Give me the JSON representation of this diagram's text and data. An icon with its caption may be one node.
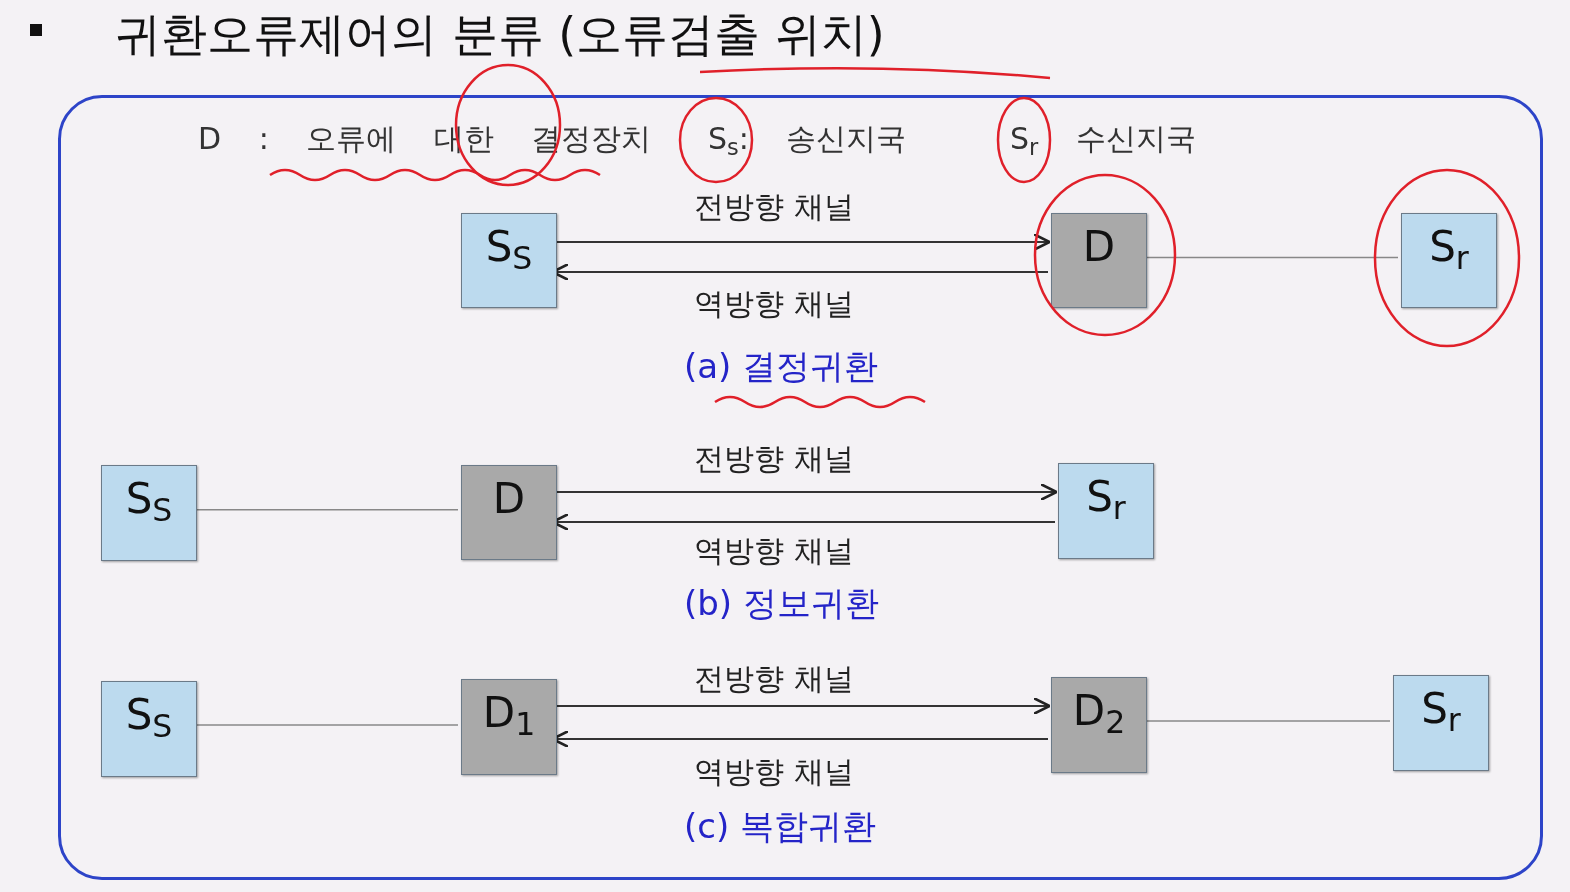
{
  "diagram": {
    "title": "귀환오류제어의 분류 (오류검출 위치)",
    "nodes": [
      {
        "text": [],
        "shape": "box"
      },
      {
        "text": [
          "S$_{S}$"
        ],
        "in": 0
      },
      {
        "text": [
          "D"
        ],
        "in": 0
      },
      {
        "text": [
          "S$_{r}$"
        ],
        "in": 0
      },
      {
        "text": [
          "S$_{S}$"
        ],
        "in": 0
      },
      {
        "text": [
          "D"
        ],
        "in": 0
      },
      {
        "text": [
          "S$_{r}$"
        ],
        "in": 0
      },
      {
        "text": [
          "S$_{S}$"
        ],
        "in": 0
      },
      {
        "text": [
          "D$_{1}$"
        ],
        "in": 0
      },
      {
        "text": [
          "D$_{2}$"
        ],
        "in": 0
      },
      {
        "text": [
          "S$_{r}$"
        ],
        "in": 0
      }
    ],
    "edges": [
      {
        "from": 1,
        "to": 2,
        "arrow": "to",
        "label": "전방향 채널"
      },
      {
        "from": 2,
        "to": 1,
        "arrow": "to",
        "label": "역방향 채널"
      },
      {
        "from": 2,
        "to": 3,
        "arrow": "none"
      },
      {
        "from": 4,
        "to": 5,
        "arrow": "none"
      },
      {
        "from": 5,
        "to": 6,
        "arrow": "to",
        "label": "전방향 채널"
      },
      {
        "from": 6,
        "to": 5,
        "arrow": "to",
        "label": "역방향 채널"
      },
      {
        "from": 7,
        "to": 8,
        "arrow": "none"
      },
      {
        "from": 8,
        "to": 9,
        "arrow": "to",
        "label": "전방향 채널"
      },
      {
        "from": 9,
        "to": 8,
        "arrow": "to",
        "label": "역방향 채널"
      },
      {
        "from": 9,
        "to": 10,
        "arrow": "none"
      }
    ],
    "labels": [
      "D : 오류에 대한 결정장치",
      "S$_{s}$: 송신지국",
      "S$_{r}$ 수신지국",
      "(a) 결정귀환",
      "(b) 정보귀환",
      "(c) 복합귀환"
    ]
  }
}
